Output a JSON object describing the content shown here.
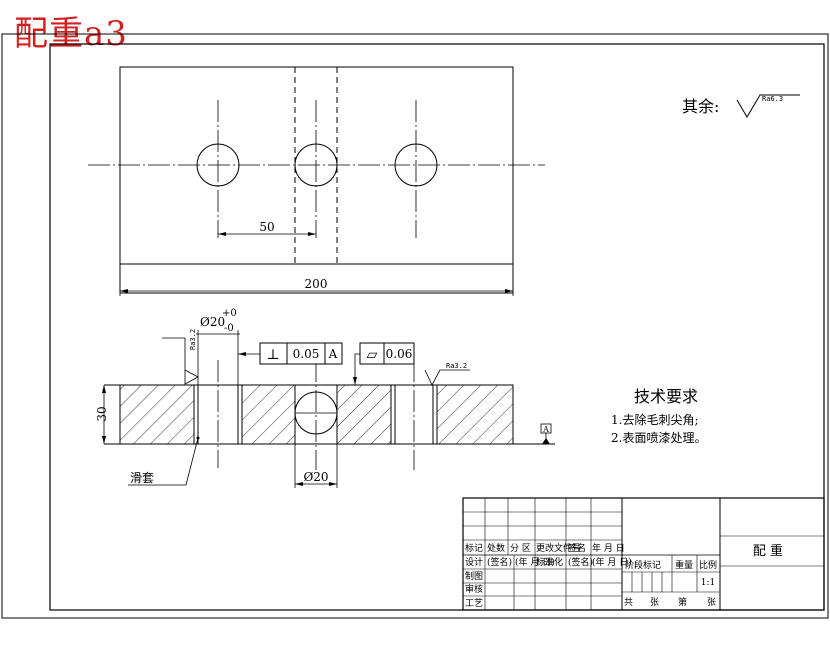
{
  "title_mark": "配重a3",
  "roughness": {
    "other_label": "其余:",
    "other_value": "Ra6.3",
    "left_value": "Ra3.2",
    "right_value": "Ra3.2"
  },
  "dimensions": {
    "spacing": "50",
    "length": "200",
    "bore": "Ø20",
    "tol_upper": "+0",
    "tol_lower": "-0",
    "thickness": "30",
    "hole": "Ø20"
  },
  "tolerances": {
    "perpendicularity_symbol": "⊥",
    "perpendicularity_value": "0.05",
    "datum": "A",
    "flatness_symbol": "▱",
    "flatness_value": "0.06",
    "datum_marker": "A"
  },
  "part_label": "滑套",
  "tech_requirements": {
    "title": "技术要求",
    "items": [
      "1.去除毛刺尖角;",
      "2.表面喷漆处理。"
    ]
  },
  "title_block": {
    "part_name": "配 重",
    "header_row": [
      "标记",
      "处数",
      "分 区",
      "更改文件号",
      "签名",
      "年 月 日"
    ],
    "design_row": [
      "设计",
      "(签名)",
      "(年 月 日)",
      "标准化",
      "(签名)",
      "(年 月 日)"
    ],
    "draw_label": "制图",
    "check_label": "审核",
    "process_label": "工艺",
    "stage_label": "阶段标记",
    "weight_label": "重量",
    "scale_label": "比例",
    "scale_value": "1:1",
    "sheets_total": "共",
    "sheets_unit": "张",
    "sheet_no": "第",
    "sheet_unit2": "张"
  }
}
